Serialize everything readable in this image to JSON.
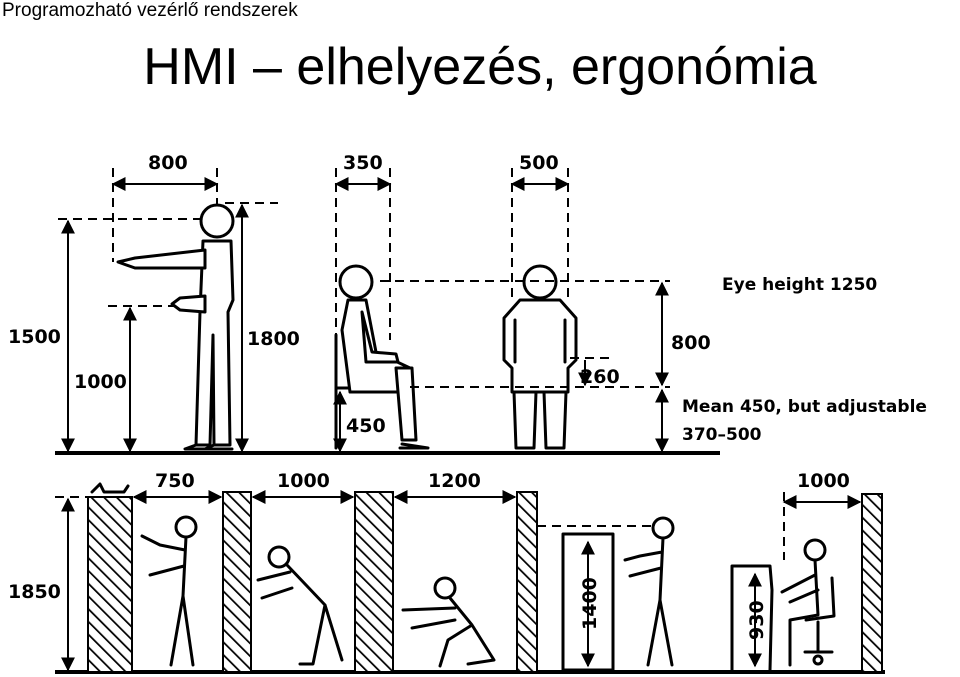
{
  "header": {
    "course": "Programozható vezérlő rendszerek"
  },
  "slide": {
    "title": "HMI – elhelyezés, ergonómia"
  },
  "figure": {
    "standing": {
      "reach": "800",
      "height_total": "1500",
      "height_person": "1800",
      "elbow": "1000"
    },
    "sitting_side": {
      "width": "350",
      "seat": "450"
    },
    "sitting_front": {
      "width": "500",
      "eye_above_seat": "800",
      "elbow_above_seat": "260"
    },
    "notes": {
      "eye_height": "Eye height 1250",
      "seat_mean": "Mean 450, but adjustable",
      "seat_range": "370–500"
    },
    "bottom": {
      "wall_height": "1850",
      "gap1": "750",
      "gap2": "1000",
      "gap3": "1200",
      "panel_height": "1400",
      "gap4": "1000",
      "desk_height": "930"
    }
  }
}
